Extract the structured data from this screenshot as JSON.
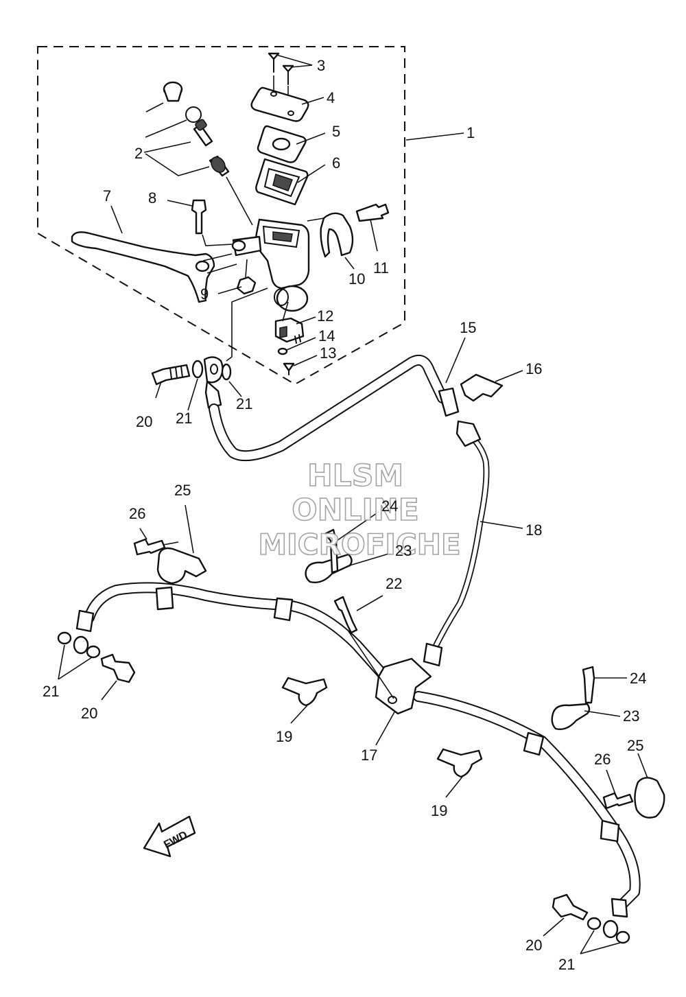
{
  "callouts": [
    {
      "id": "c1",
      "text": "1"
    },
    {
      "id": "c2",
      "text": "2"
    },
    {
      "id": "c3",
      "text": "3"
    },
    {
      "id": "c4",
      "text": "4"
    },
    {
      "id": "c5",
      "text": "5"
    },
    {
      "id": "c6",
      "text": "6"
    },
    {
      "id": "c7",
      "text": "7"
    },
    {
      "id": "c8",
      "text": "8"
    },
    {
      "id": "c9",
      "text": "9"
    },
    {
      "id": "c10",
      "text": "10"
    },
    {
      "id": "c11",
      "text": "11"
    },
    {
      "id": "c12",
      "text": "12"
    },
    {
      "id": "c13",
      "text": "13"
    },
    {
      "id": "c14",
      "text": "14"
    },
    {
      "id": "c15",
      "text": "15"
    },
    {
      "id": "c16",
      "text": "16"
    },
    {
      "id": "c17",
      "text": "17"
    },
    {
      "id": "c18",
      "text": "18"
    },
    {
      "id": "c19a",
      "text": "19"
    },
    {
      "id": "c19b",
      "text": "19"
    },
    {
      "id": "c20a",
      "text": "20"
    },
    {
      "id": "c20b",
      "text": "20"
    },
    {
      "id": "c20c",
      "text": "20"
    },
    {
      "id": "c21a",
      "text": "21"
    },
    {
      "id": "c21b",
      "text": "21"
    },
    {
      "id": "c21c",
      "text": "21"
    },
    {
      "id": "c21d",
      "text": "21"
    },
    {
      "id": "c22",
      "text": "22"
    },
    {
      "id": "c23a",
      "text": "23"
    },
    {
      "id": "c23b",
      "text": "23"
    },
    {
      "id": "c24a",
      "text": "24"
    },
    {
      "id": "c24b",
      "text": "24"
    },
    {
      "id": "c25a",
      "text": "25"
    },
    {
      "id": "c25b",
      "text": "25"
    },
    {
      "id": "c26a",
      "text": "26"
    },
    {
      "id": "c26b",
      "text": "26"
    }
  ],
  "fwd_label": "FWD",
  "watermark": {
    "line1": "HLSM",
    "line2": "ONLINE",
    "line3": "MICROFICHE"
  }
}
